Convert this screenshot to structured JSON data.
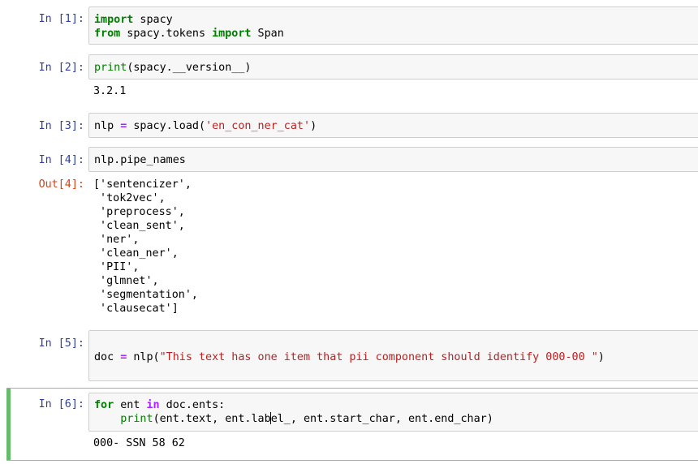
{
  "cells": [
    {
      "prompt": "In [1]:",
      "lines": [
        [
          [
            "kw",
            "import"
          ],
          [
            "t",
            " spacy"
          ]
        ],
        [
          [
            "kw",
            "from"
          ],
          [
            "t",
            " spacy.tokens "
          ],
          [
            "kw",
            "import"
          ],
          [
            "t",
            " Span"
          ]
        ]
      ]
    },
    {
      "prompt": "In [2]:",
      "lines": [
        [
          [
            "bi",
            "print"
          ],
          [
            "t",
            "(spacy.__version__)"
          ]
        ]
      ],
      "output": "3.2.1"
    },
    {
      "prompt": "In [3]:",
      "lines": [
        [
          [
            "t",
            "nlp "
          ],
          [
            "op",
            "="
          ],
          [
            "t",
            " spacy.load("
          ],
          [
            "str",
            "'en_con_ner_cat'"
          ],
          [
            "t",
            ")"
          ]
        ]
      ]
    },
    {
      "prompt": "In [4]:",
      "lines": [
        [
          [
            "t",
            "nlp.pipe_names"
          ]
        ]
      ],
      "out_prompt": "Out[4]:",
      "output": "['sentencizer',\n 'tok2vec',\n 'preprocess',\n 'clean_sent',\n 'ner',\n 'clean_ner',\n 'PII',\n 'glmnet',\n 'segmentation',\n 'clausecat']"
    },
    {
      "prompt": "In [5]:",
      "lines": [
        [
          [
            "t",
            "doc "
          ],
          [
            "op",
            "="
          ],
          [
            "t",
            " nlp("
          ],
          [
            "str",
            "\"This text has one item that pii component should identify 000-00 \""
          ],
          [
            "t",
            ")"
          ]
        ]
      ]
    },
    {
      "prompt": "In [6]:",
      "lines": [
        [
          [
            "kw",
            "for"
          ],
          [
            "t",
            " ent "
          ],
          [
            "op",
            "in"
          ],
          [
            "t",
            " doc.ents:"
          ]
        ],
        [
          [
            "t",
            "    "
          ],
          [
            "bi",
            "print"
          ],
          [
            "t",
            "(ent.text, ent.lab"
          ],
          [
            "caret",
            ""
          ],
          [
            "t",
            "el_, ent.start_char, ent.end_char)"
          ]
        ]
      ],
      "output": "000- SSN 58 62"
    }
  ]
}
